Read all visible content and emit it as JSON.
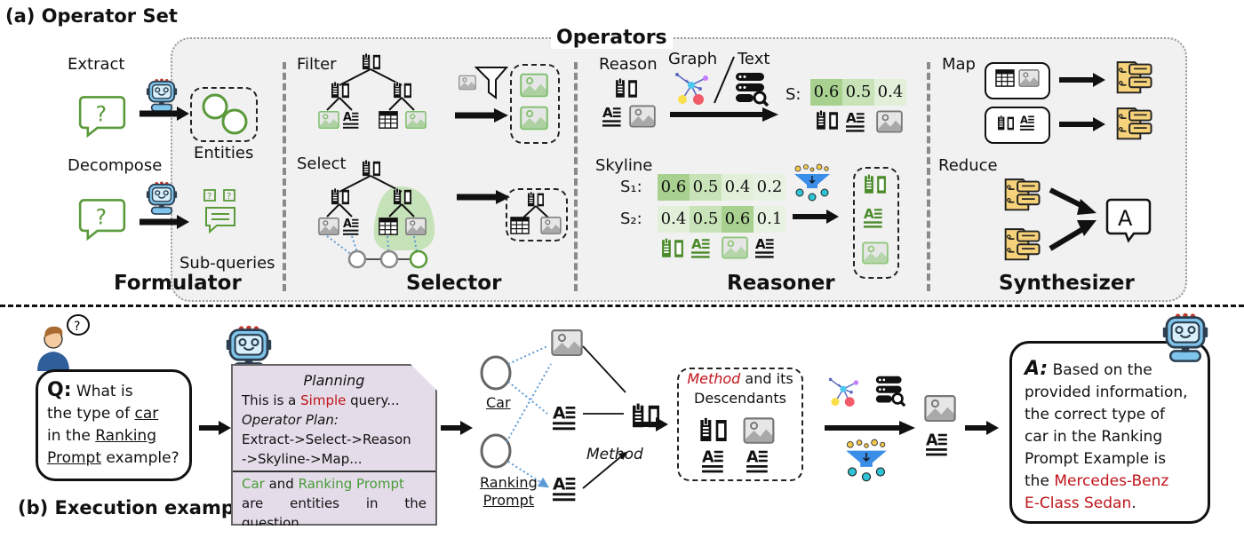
{
  "section_a": {
    "title": "(a) Operator Set",
    "panel_title": "Operators",
    "formulator": {
      "name": "Formulator",
      "extract_label": "Extract",
      "entities_label": "Entities",
      "decompose_label": "Decompose",
      "subqueries_label": "Sub-queries"
    },
    "selector": {
      "name": "Selector",
      "filter_label": "Filter",
      "select_label": "Select"
    },
    "reasoner": {
      "name": "Reasoner",
      "reason_label": "Reason",
      "graph_label": "Graph",
      "slash": "/",
      "text_label": "Text",
      "s_label": "S:",
      "s_scores": [
        "0.6",
        "0.5",
        "0.4"
      ],
      "skyline_label": "Skyline",
      "s1_label": "S₁:",
      "s2_label": "S₂:",
      "s1_scores": [
        "0.6",
        "0.5",
        "0.4",
        "0.2"
      ],
      "s2_scores": [
        "0.4",
        "0.5",
        "0.6",
        "0.1"
      ]
    },
    "synthesizer": {
      "name": "Synthesizer",
      "map_label": "Map",
      "reduce_label": "Reduce",
      "answer_glyph": "A"
    }
  },
  "section_b": {
    "title": "(b) Execution example",
    "question": {
      "prefix": "Q:",
      "line1": "What is",
      "line2_pre": "the type of ",
      "line2_u": "car",
      "line3_pre": "in the ",
      "line3_u": "Ranking",
      "line4_u": "Prompt",
      "line4_post": " example?"
    },
    "planning": {
      "title": "Planning",
      "l1_pre": "This is a ",
      "l1_red": "Simple",
      "l1_post": " query...",
      "l2": "Operator Plan:",
      "l3": "Extract->Select->Reason",
      "l4": "->Skyline->Map...",
      "l5_g1": "Car",
      "l5_mid": " and ",
      "l5_g2": "Ranking Prompt",
      "l6": "are entities in the",
      "l7": "question..."
    },
    "entities": {
      "car": "Car",
      "ranking1": "Ranking",
      "ranking2": "Prompt"
    },
    "method_label": "Method",
    "descendants": {
      "red": "Method",
      "rest1": " and its",
      "rest2": "Descendants"
    },
    "answer": {
      "prefix": "A:",
      "l1": " Based on the",
      "l2": "provided information,",
      "l3": "the correct type of",
      "l4": "car in the Ranking",
      "l5": "Prompt Example is",
      "l6_pre": "the ",
      "l6_red": "Mercedes-Benz",
      "l7_red": "E-Class Sedan",
      "l7_post": "."
    }
  },
  "colors": {
    "green": "#5a9a3a",
    "red": "#c0141a",
    "panel_bg": "#f1f1f1",
    "plan_bg": "#e4dde9",
    "doc_yellow": "#f6d27a",
    "robot_blue": "#7fc4ea",
    "score_dark": "#a8d18f",
    "score_mid": "#c8e3b8",
    "score_light": "#e2f0da"
  }
}
